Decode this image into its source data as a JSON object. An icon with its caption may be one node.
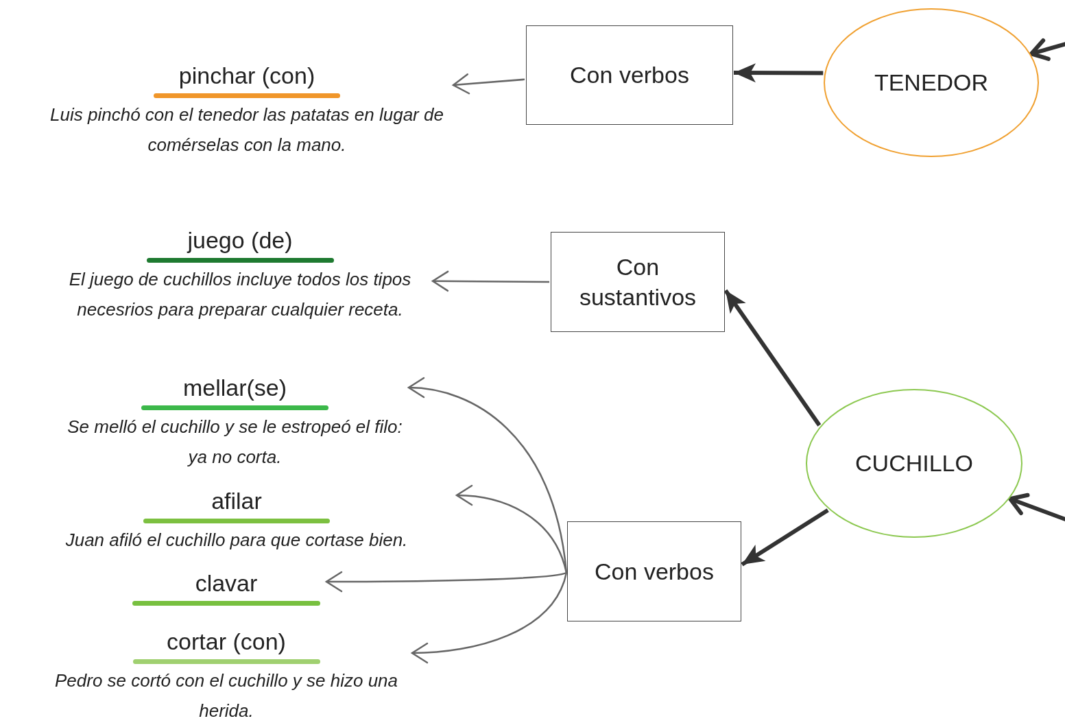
{
  "diagram": {
    "nodes": [
      {
        "text": [
          "pinchar (con)",
          "Luis pinchó con el tenedor las patatas en lugar de comérselas con la mano."
        ]
      },
      {
        "text": [
          "Con verbos"
        ]
      },
      {
        "text": [
          "TENEDOR"
        ]
      },
      {
        "text": [
          "juego (de)",
          "El juego de cuchillos incluye todos los tipos necesrios para preparar cualquier receta."
        ]
      },
      {
        "text": [
          "Con sustantivos"
        ]
      },
      {
        "text": [
          "mellar(se)",
          "Se melló el cuchillo y se le estropeó el filo: ya no corta."
        ]
      },
      {
        "text": [
          "CUCHILLO"
        ]
      },
      {
        "text": [
          "afilar",
          "Juan afiló el cuchillo para que cortase bien."
        ]
      },
      {
        "text": [
          "Con verbos"
        ]
      },
      {
        "text": [
          "clavar"
        ]
      },
      {
        "text": [
          "cortar (con)",
          "Pedro se cortó con el cuchillo y se hizo una herida."
        ]
      }
    ],
    "edges": [
      {
        "from": null,
        "to": 2,
        "arrow": "to",
        "style": "thick",
        "color": "#333333"
      },
      {
        "from": 2,
        "to": 1,
        "arrow": "to",
        "style": "thick",
        "color": "#333333"
      },
      {
        "from": 1,
        "to": 0,
        "arrow": "to"
      },
      {
        "from": null,
        "to": 6,
        "arrow": "to",
        "style": "thick",
        "color": "#333333"
      },
      {
        "from": 6,
        "to": 4,
        "arrow": "to",
        "style": "thick",
        "color": "#333333"
      },
      {
        "from": 6,
        "to": 8,
        "arrow": "to",
        "style": "thick",
        "color": "#333333"
      },
      {
        "from": 4,
        "to": 3,
        "arrow": "to"
      },
      {
        "from": 8,
        "to": 5,
        "arrow": "to"
      },
      {
        "from": 8,
        "to": 7,
        "arrow": "to"
      },
      {
        "from": 8,
        "to": 9,
        "arrow": "to"
      },
      {
        "from": 8,
        "to": 10,
        "arrow": "to"
      }
    ]
  }
}
